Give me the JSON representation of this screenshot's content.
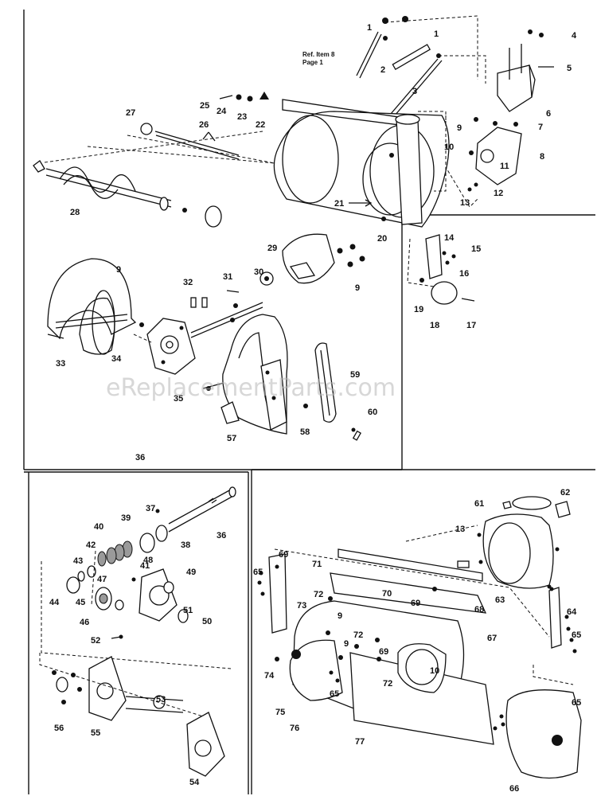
{
  "watermark": "eReplacementParts.com",
  "ref_note": {
    "line1": "Ref. Item 8",
    "line2": "Page 1"
  },
  "labels": {
    "p1a": "1",
    "p1b": "1",
    "p2": "2",
    "p3": "3",
    "p4": "4",
    "p5": "5",
    "p6": "6",
    "p7": "7",
    "p8": "8",
    "p9a": "9",
    "p10a": "10",
    "p11": "11",
    "p12": "12",
    "p13a": "13",
    "p14": "14",
    "p15": "15",
    "p16": "16",
    "p17": "17",
    "p18": "18",
    "p19": "19",
    "p20": "20",
    "p21": "21",
    "p22": "22",
    "p23": "23",
    "p24": "24",
    "p25": "25",
    "p26": "26",
    "p27": "27",
    "p28": "28",
    "p29": "29",
    "p9b": "9",
    "p30": "30",
    "p31": "31",
    "p32": "32",
    "p9c": "9",
    "p33": "33",
    "p34": "34",
    "p35": "35",
    "p57": "57",
    "p58": "58",
    "p59": "59",
    "p60": "60",
    "p36a": "36",
    "p37": "37",
    "p36b": "36",
    "p38": "38",
    "p39": "39",
    "p40": "40",
    "p41": "41",
    "p42": "42",
    "p43": "43",
    "p44": "44",
    "p45": "45",
    "p46": "46",
    "p47": "47",
    "p48": "48",
    "p49": "49",
    "p50": "50",
    "p51": "51",
    "p52": "52",
    "p53": "53",
    "p54": "54",
    "p55": "55",
    "p56": "56",
    "p61": "61",
    "p62": "62",
    "p13b": "13",
    "p63": "63",
    "p64": "64",
    "p65a": "65",
    "p66": "66",
    "p65b": "65",
    "p67": "67",
    "p68": "68",
    "p69a": "69",
    "p69b": "69",
    "p69c": "69",
    "p70": "70",
    "p71": "71",
    "p72a": "72",
    "p72b": "72",
    "p72c": "72",
    "p73": "73",
    "p9d": "9",
    "p9e": "9",
    "p10b": "10",
    "p74": "74",
    "p75": "75",
    "p76": "76",
    "p65c": "65",
    "p77": "77",
    "p65d": "65"
  }
}
